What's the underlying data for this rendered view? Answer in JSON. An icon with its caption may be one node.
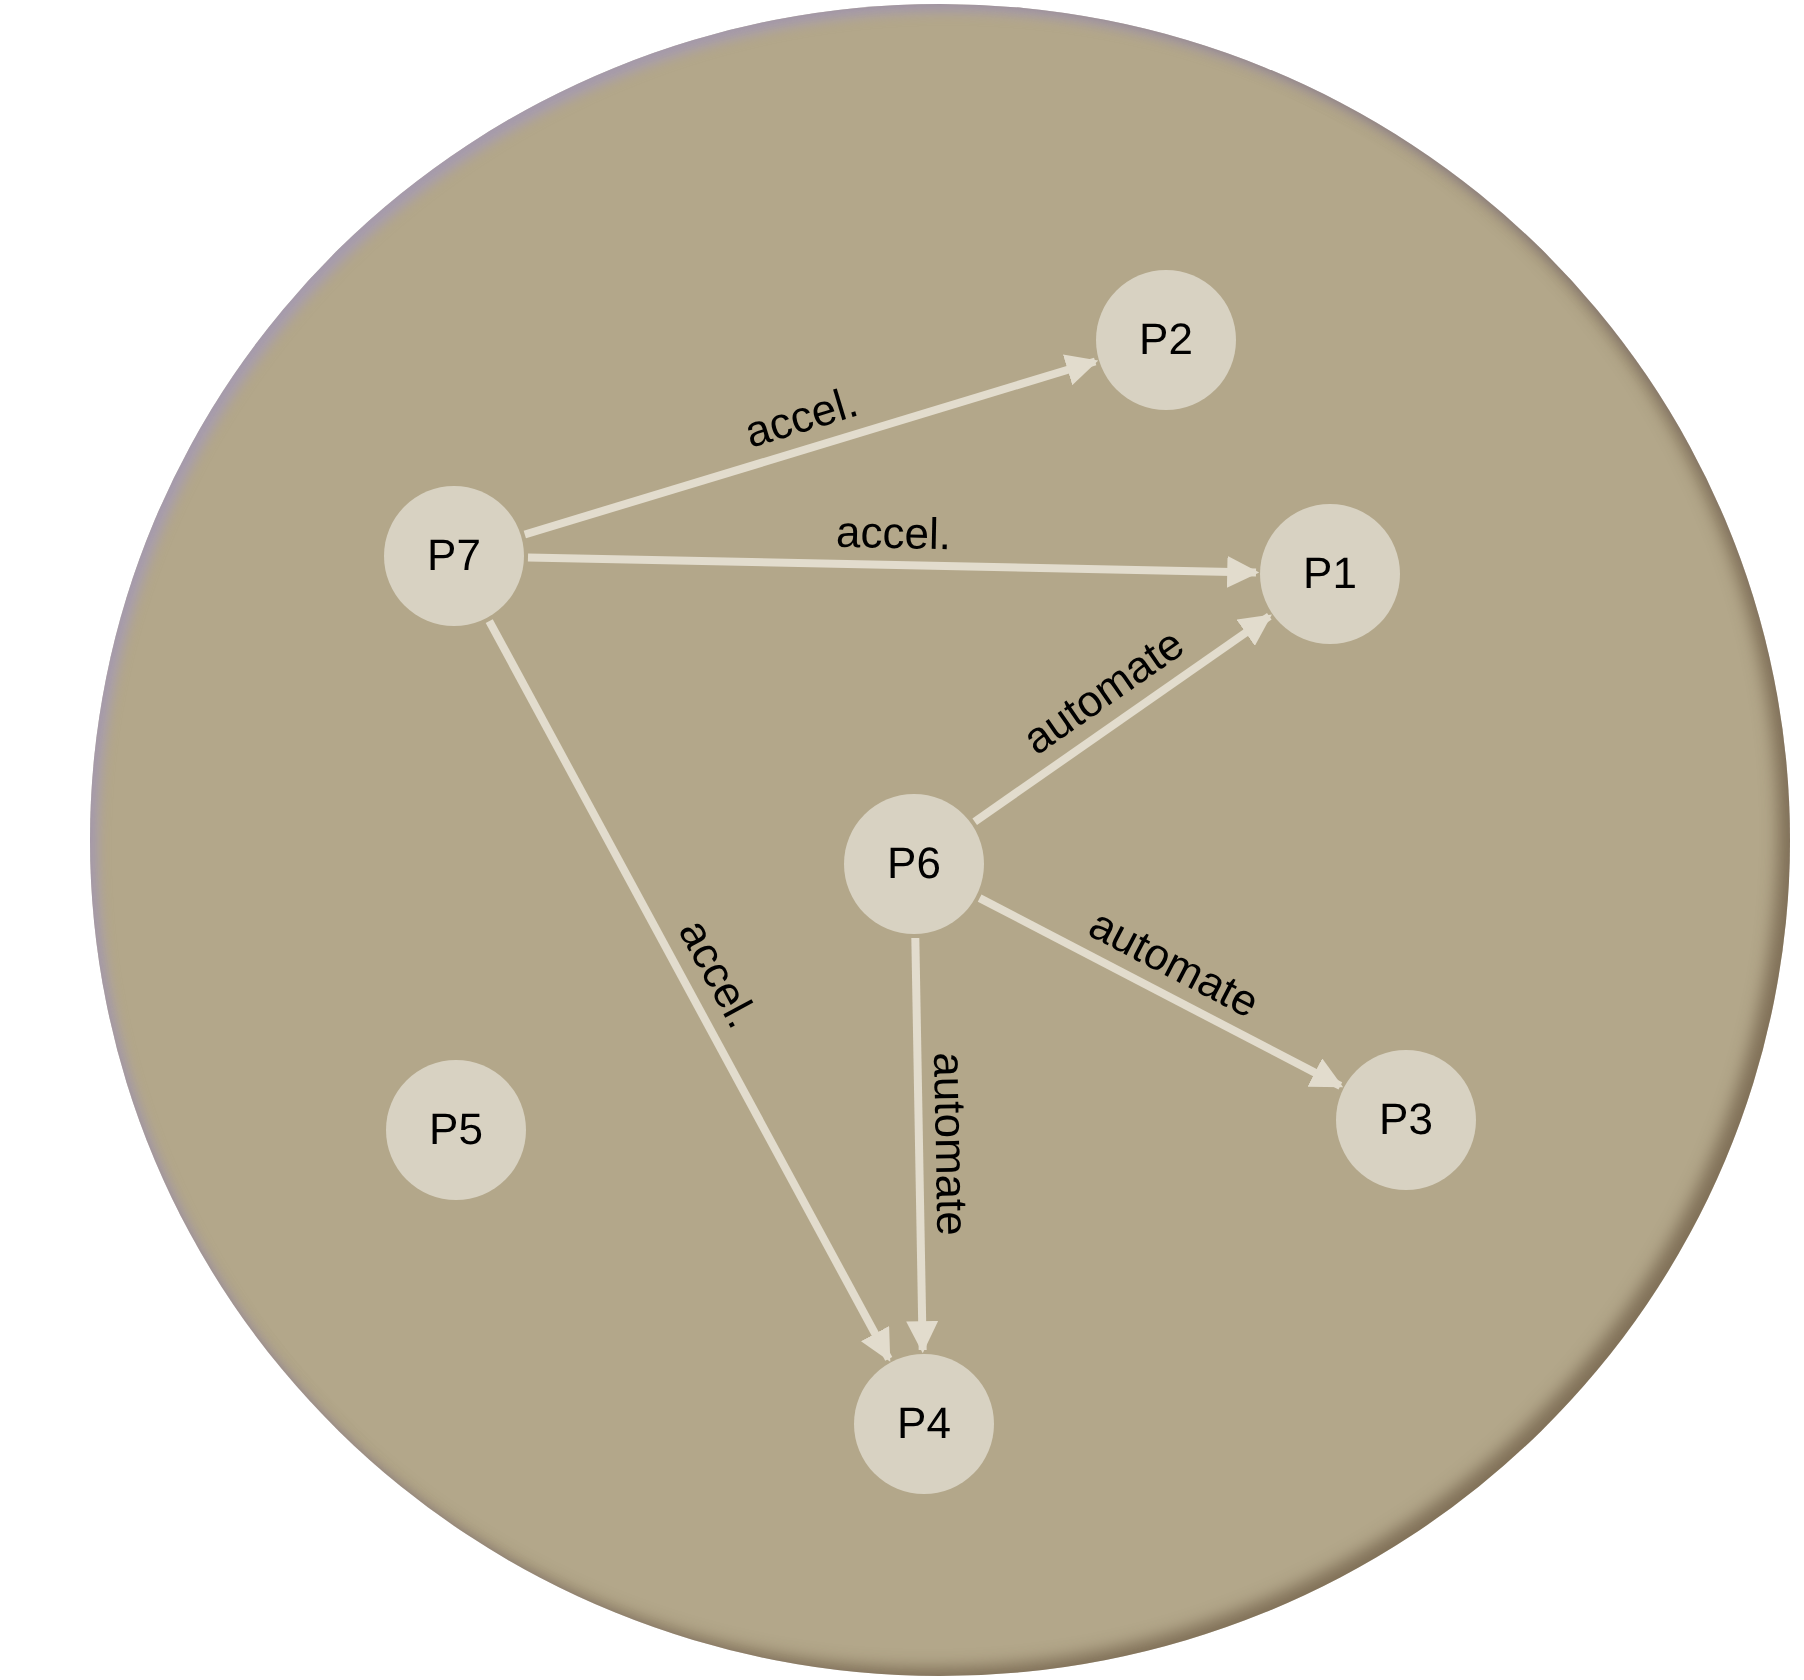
{
  "diagram": {
    "nodes": [
      {
        "text": [],
        "shape": "circle"
      },
      {
        "text": [
          "P2"
        ],
        "in": 0
      },
      {
        "text": [
          "P7"
        ],
        "in": 0
      },
      {
        "text": [
          "P1"
        ],
        "in": 0
      },
      {
        "text": [
          "P6"
        ],
        "in": 0
      },
      {
        "text": [
          "P5"
        ],
        "in": 0
      },
      {
        "text": [
          "P3"
        ],
        "in": 0
      },
      {
        "text": [
          "P4"
        ],
        "in": 0
      }
    ],
    "edges": [
      {
        "from": 2,
        "to": 1,
        "arrow": "to",
        "label": "accel."
      },
      {
        "from": 2,
        "to": 3,
        "arrow": "to",
        "label": "accel."
      },
      {
        "from": 2,
        "to": 7,
        "arrow": "to",
        "label": "accel."
      },
      {
        "from": 4,
        "to": 3,
        "arrow": "to",
        "label": "automate"
      },
      {
        "from": 4,
        "to": 6,
        "arrow": "to",
        "label": "automate"
      },
      {
        "from": 4,
        "to": 7,
        "arrow": "to",
        "label": "automate"
      }
    ]
  }
}
